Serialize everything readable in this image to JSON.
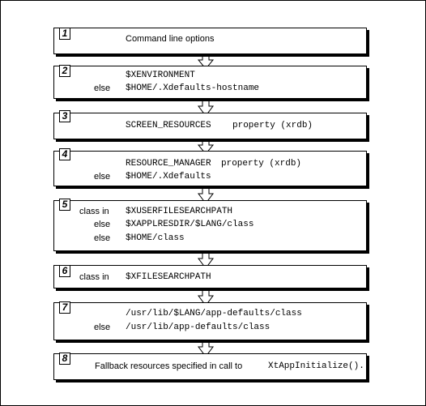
{
  "steps": [
    {
      "number": "1",
      "lines": [
        {
          "text": "Command line options"
        }
      ]
    },
    {
      "number": "2",
      "lines": [
        {
          "text": "$XENVIRONMENT"
        },
        {
          "prefix": "else",
          "text": "$HOME/.Xdefaults-hostname"
        }
      ]
    },
    {
      "number": "3",
      "lines": [
        {
          "text": "SCREEN_RESOURCES",
          "suffix": "property (xrdb)"
        }
      ]
    },
    {
      "number": "4",
      "lines": [
        {
          "text": "RESOURCE_MANAGER",
          "suffix": "property (xrdb)"
        },
        {
          "prefix": "else",
          "text": "$HOME/.Xdefaults"
        }
      ]
    },
    {
      "number": "5",
      "lines": [
        {
          "prefix": "class in",
          "text": "$XUSERFILESEARCHPATH"
        },
        {
          "prefix": "else",
          "text": "$XAPPLRESDIR/$LANG/class"
        },
        {
          "prefix": "else",
          "text": "$HOME/class"
        }
      ]
    },
    {
      "number": "6",
      "lines": [
        {
          "prefix": "class in",
          "text": "$XFILESEARCHPATH"
        }
      ]
    },
    {
      "number": "7",
      "lines": [
        {
          "text": "/usr/lib/$LANG/app-defaults/class"
        },
        {
          "prefix": "else",
          "text": "/usr/lib/app-defaults/class"
        }
      ]
    },
    {
      "number": "8",
      "lines": [
        {
          "text": "Fallback resources specified in call to",
          "code": "XtAppInitialize()."
        }
      ]
    }
  ]
}
